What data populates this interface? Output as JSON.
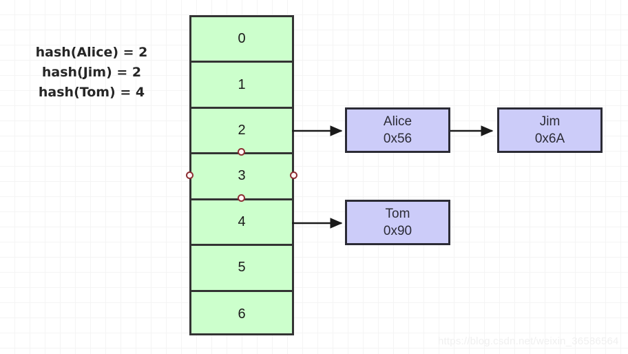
{
  "legend": {
    "lines": [
      "hash(Alice) = 2",
      "hash(Jim) = 2",
      "hash(Tom) = 4"
    ]
  },
  "bucket_table": {
    "name": "hash-bucket-array",
    "slots": [
      {
        "index": "0",
        "selected": false
      },
      {
        "index": "1",
        "selected": false
      },
      {
        "index": "2",
        "selected": false
      },
      {
        "index": "3",
        "selected": true
      },
      {
        "index": "4",
        "selected": false
      },
      {
        "index": "5",
        "selected": false
      },
      {
        "index": "6",
        "selected": false
      }
    ],
    "fill_color": "#ccffcc",
    "border_color": "#333333"
  },
  "nodes": [
    {
      "id": "alice",
      "name": "Alice",
      "address": "0x56"
    },
    {
      "id": "jim",
      "name": "Jim",
      "address": "0x6A"
    },
    {
      "id": "tom",
      "name": "Tom",
      "address": "0x90"
    }
  ],
  "connections": [
    {
      "from": "slot-2",
      "to": "alice"
    },
    {
      "from": "alice",
      "to": "jim"
    },
    {
      "from": "slot-4",
      "to": "tom"
    }
  ],
  "selection": {
    "selected_slot": "3",
    "handle_fill": "#fff6f6",
    "handle_stroke": "#8d2f34"
  },
  "colors": {
    "bucket_fill": "#ccffcc",
    "node_fill": "#ccccf9",
    "node_border": "#2b2b35",
    "grid": "#ececec",
    "arrow": "#1a1a1a"
  },
  "watermark": {
    "text": "https://blog.csdn.net/weixin_36586564"
  }
}
